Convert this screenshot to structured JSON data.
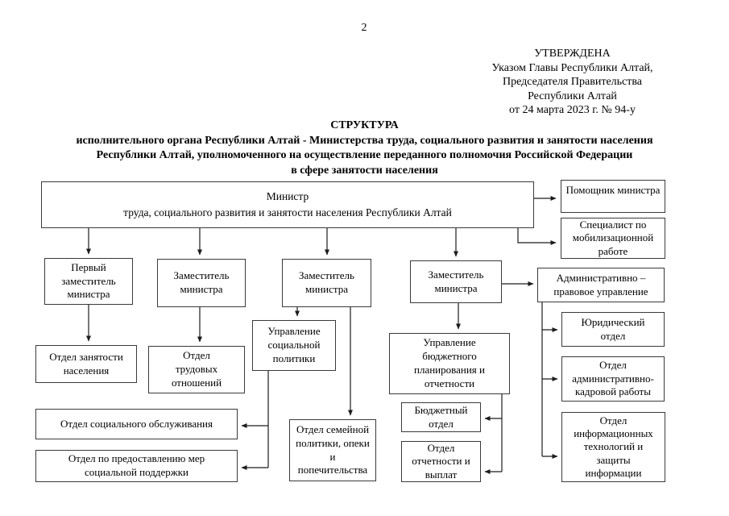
{
  "page_number": "2",
  "approval": {
    "line1": "УТВЕРЖДЕНА",
    "line2": "Указом Главы Республики Алтай,",
    "line3": "Председателя Правительства",
    "line4": "Республики Алтай",
    "line5": "от 24 марта 2023 г. № 94-у"
  },
  "title": {
    "line1": "СТРУКТУРА",
    "line2": "исполнительного органа Республики Алтай - Министерства труда, социального развития и занятости населения",
    "line3": "Республики Алтай, уполномоченного на осуществление переданного полномочия Российской Федерации",
    "line4": "в сфере занятости населения"
  },
  "org": {
    "minister": "Министр\nтруда, социального развития и занятости населения Республики Алтай",
    "assistant": "Помощник министра",
    "mobilization": "Специалист по\nмобилизационной\nработе",
    "deputy1": "Первый\nзаместитель\nминистра",
    "deputy2": "Заместитель\nминистра",
    "deputy3": "Заместитель\nминистра",
    "deputy4": "Заместитель\nминистра",
    "admin_legal": "Административно –\nправовое управление",
    "social_policy": "Управление\nсоциальной\nполитики",
    "employment": "Отдел занятости\nнаселения",
    "labor_relations": "Отдел\nтрудовых\nотношений",
    "budget_planning": "Управление\nбюджетного\nпланирования и\nотчетности",
    "legal": "Юридический\nотдел",
    "admin_hr": "Отдел\nадминистративно-\nкадровой работы",
    "budget": "Бюджетный\nотдел",
    "social_services": "Отдел социального обслуживания",
    "family_policy": "Отдел семейной\nполитики, опеки\nи\nпопечительства",
    "reporting": "Отдел\nотчетности и\nвыплат",
    "social_support": "Отдел по предоставлению мер\nсоциальной поддержки",
    "it_security": "Отдел\nинформационных\nтехнологий и\nзащиты\nинформации"
  }
}
